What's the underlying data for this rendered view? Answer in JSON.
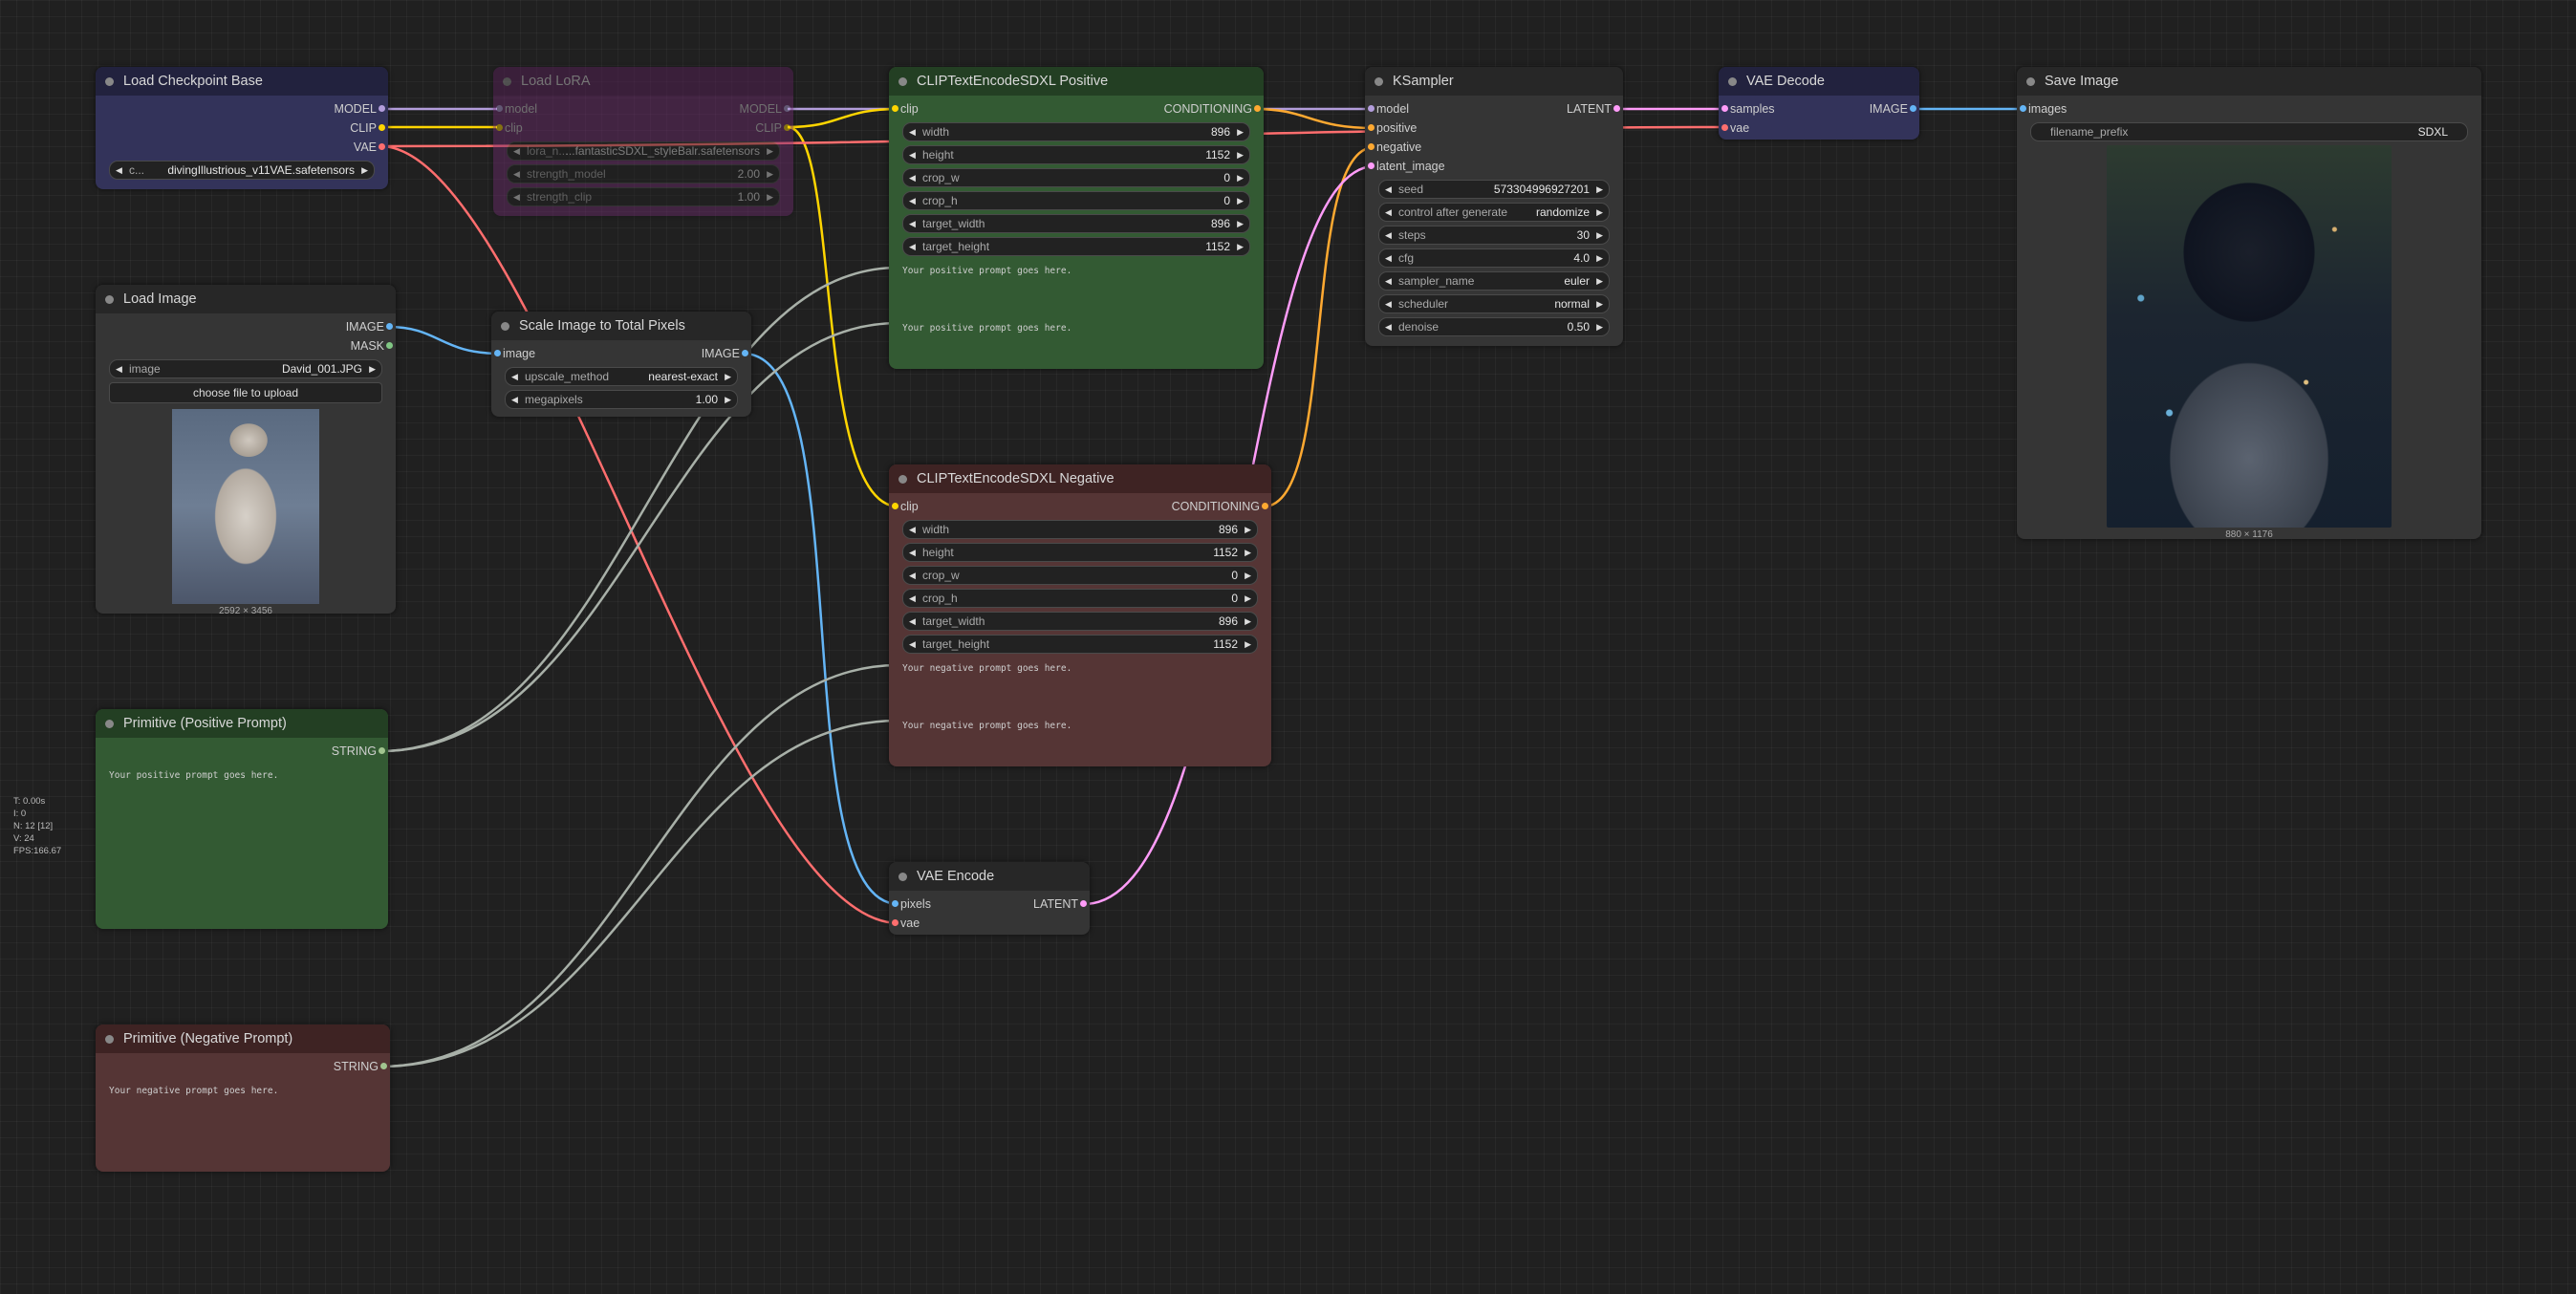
{
  "colors": {
    "model": "#b39ddb",
    "clip": "#ffd500",
    "vae": "#ff6e6e",
    "image": "#64b5f6",
    "mask": "#81c784",
    "latent": "#ff9cf9",
    "conditioning": "#ffa931",
    "string": "#a1c48f",
    "wire_string": "#a8b0a8"
  },
  "nodes": {
    "checkpoint": {
      "title": "Load Checkpoint Base",
      "out_model": "MODEL",
      "out_clip": "CLIP",
      "out_vae": "VAE",
      "ckpt_prefix": "c...",
      "ckpt_value": "divingIllustrious_v11VAE.safetensors"
    },
    "lora": {
      "title": "Load LoRA",
      "in_model": "model",
      "in_clip": "clip",
      "out_model": "MODEL",
      "out_clip": "CLIP",
      "lora_name_label": "lora_n...",
      "lora_name": "...fantasticSDXL_styleBalr.safetensors",
      "strength_model_label": "strength_model",
      "strength_model": "2.00",
      "strength_clip_label": "strength_clip",
      "strength_clip": "1.00"
    },
    "pos": {
      "title": "CLIPTextEncodeSDXL Positive",
      "in_clip": "clip",
      "out": "CONDITIONING",
      "widgets": [
        {
          "label": "width",
          "value": "896"
        },
        {
          "label": "height",
          "value": "1152"
        },
        {
          "label": "crop_w",
          "value": "0"
        },
        {
          "label": "crop_h",
          "value": "0"
        },
        {
          "label": "target_width",
          "value": "896"
        },
        {
          "label": "target_height",
          "value": "1152"
        }
      ],
      "text_g": "Your positive prompt goes here.",
      "text_l": "Your positive prompt goes here."
    },
    "neg": {
      "title": "CLIPTextEncodeSDXL Negative",
      "in_clip": "clip",
      "out": "CONDITIONING",
      "widgets": [
        {
          "label": "width",
          "value": "896"
        },
        {
          "label": "height",
          "value": "1152"
        },
        {
          "label": "crop_w",
          "value": "0"
        },
        {
          "label": "crop_h",
          "value": "0"
        },
        {
          "label": "target_width",
          "value": "896"
        },
        {
          "label": "target_height",
          "value": "1152"
        }
      ],
      "text_g": "Your negative prompt goes here.",
      "text_l": "Your negative prompt goes here."
    },
    "ksampler": {
      "title": "KSampler",
      "in_model": "model",
      "in_positive": "positive",
      "in_negative": "negative",
      "in_latent": "latent_image",
      "out": "LATENT",
      "widgets": [
        {
          "label": "seed",
          "value": "573304996927201"
        },
        {
          "label": "control after generate",
          "value": "randomize"
        },
        {
          "label": "steps",
          "value": "30"
        },
        {
          "label": "cfg",
          "value": "4.0"
        },
        {
          "label": "sampler_name",
          "value": "euler"
        },
        {
          "label": "scheduler",
          "value": "normal"
        },
        {
          "label": "denoise",
          "value": "0.50"
        }
      ]
    },
    "vaedecode": {
      "title": "VAE Decode",
      "in_samples": "samples",
      "in_vae": "vae",
      "out": "IMAGE"
    },
    "save": {
      "title": "Save Image",
      "in_images": "images",
      "prefix_label": "filename_prefix",
      "prefix_value": "SDXL",
      "caption": "880 × 1176"
    },
    "loadimage": {
      "title": "Load Image",
      "out_image": "IMAGE",
      "out_mask": "MASK",
      "image_label": "image",
      "image_value": "David_001.JPG",
      "upload_label": "choose file to upload",
      "caption": "2592 × 3456"
    },
    "scale": {
      "title": "Scale Image to Total Pixels",
      "in_image": "image",
      "out": "IMAGE",
      "method_label": "upscale_method",
      "method_value": "nearest-exact",
      "mp_label": "megapixels",
      "mp_value": "1.00"
    },
    "primpos": {
      "title": "Primitive (Positive Prompt)",
      "out": "STRING",
      "text": "Your positive prompt goes here."
    },
    "primneg": {
      "title": "Primitive (Negative Prompt)",
      "out": "STRING",
      "text": "Your negative prompt goes here."
    },
    "vaeencode": {
      "title": "VAE Encode",
      "in_pixels": "pixels",
      "in_vae": "vae",
      "out": "LATENT"
    }
  },
  "stats": [
    "T: 0.00s",
    "I: 0",
    "N: 12 [12]",
    "V: 24",
    "FPS:166.67"
  ]
}
